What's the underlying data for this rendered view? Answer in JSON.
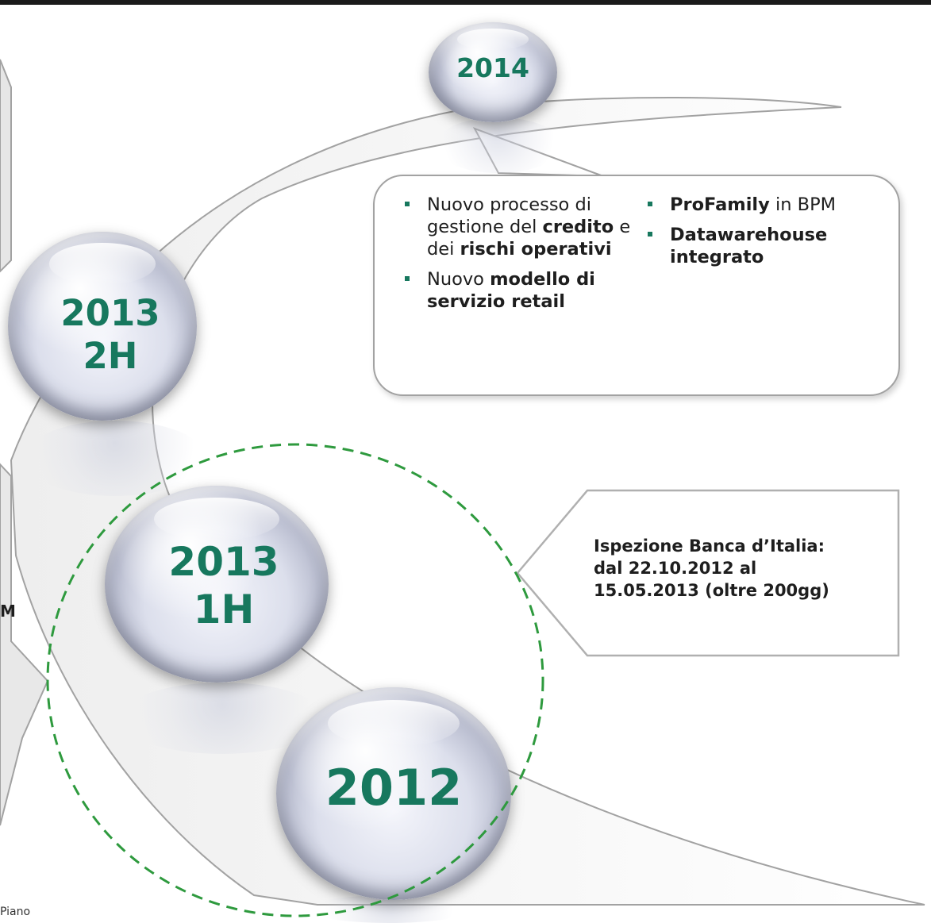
{
  "milestones": [
    {
      "label": "2014"
    },
    {
      "label": "2013\n2H"
    },
    {
      "label": "2013\n1H"
    },
    {
      "label": "2012"
    }
  ],
  "callout_2014": {
    "column_left": [
      {
        "segments": [
          {
            "t": "Nuovo processo di gestione del ",
            "b": false
          },
          {
            "t": "credito",
            "b": true
          },
          {
            "t": " e dei ",
            "b": false
          },
          {
            "t": "rischi operativi",
            "b": true
          }
        ]
      },
      {
        "segments": [
          {
            "t": "Nuovo ",
            "b": false
          },
          {
            "t": "modello di servizio retail",
            "b": true
          }
        ]
      }
    ],
    "column_right": [
      {
        "segments": [
          {
            "t": "ProFamily",
            "b": true
          },
          {
            "t": " in BPM",
            "b": false
          }
        ]
      },
      {
        "segments": [
          {
            "t": "Datawarehouse integrato",
            "b": true
          }
        ]
      }
    ]
  },
  "inspection": {
    "lines": [
      "Ispezione Banca d’Italia:",
      "dal 22.10.2012 al",
      "15.05.2013 (oltre 200gg)"
    ]
  },
  "edge_text": {
    "left_letter": "M",
    "footer": "Piano"
  },
  "colors": {
    "accent": "#17785e",
    "dashed_circle": "#2e9a3e",
    "box_border": "#a2a2a2"
  }
}
